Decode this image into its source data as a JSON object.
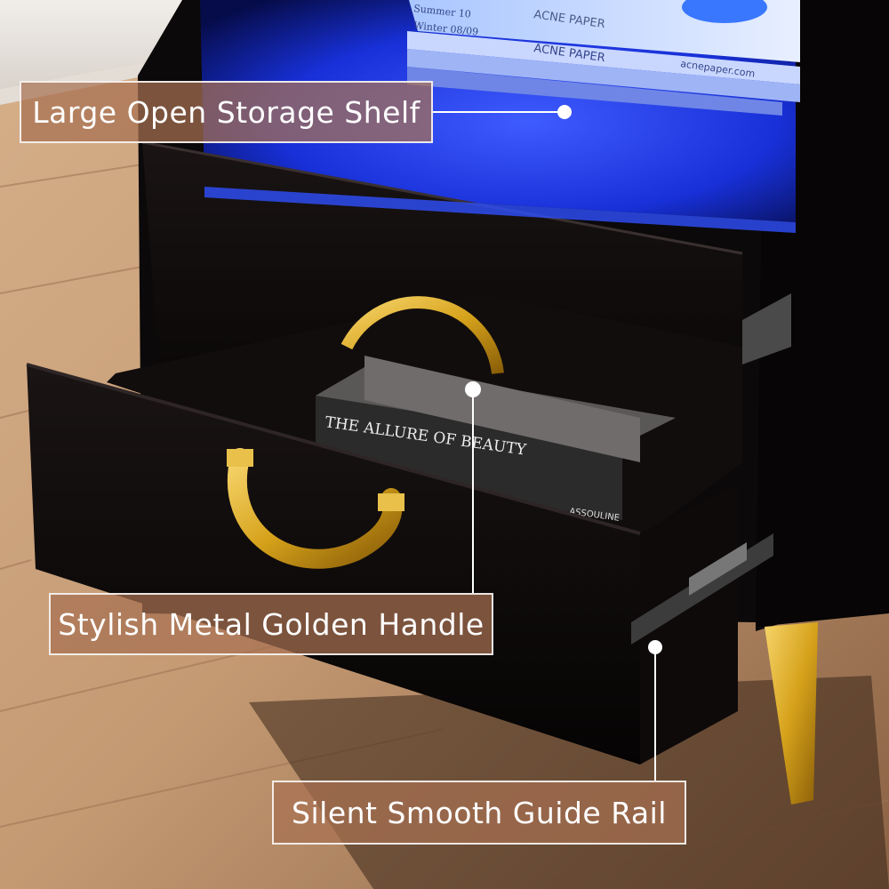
{
  "callouts": {
    "shelf": "Large Open Storage Shelf",
    "handle": "Stylish Metal Golden Handle",
    "rail": "Silent Smooth Guide Rail"
  },
  "book_titles": {
    "drawer_book_main": "THE ALLURE OF BEAUTY",
    "drawer_book_publisher": "ASSOULINE",
    "shelf_magazine_brand": "ACNE PAPER",
    "shelf_magazine_site": "acnepaper.com",
    "shelf_magazine_issue_1": "Summer 10",
    "shelf_magazine_issue_2": "Winter 08/09"
  },
  "colors": {
    "cabinet": "#0b0909",
    "led_glow": "#1d3dff",
    "gold": "#d6a21b",
    "callout_fill": "#a87052",
    "floor": "#c49a73"
  }
}
